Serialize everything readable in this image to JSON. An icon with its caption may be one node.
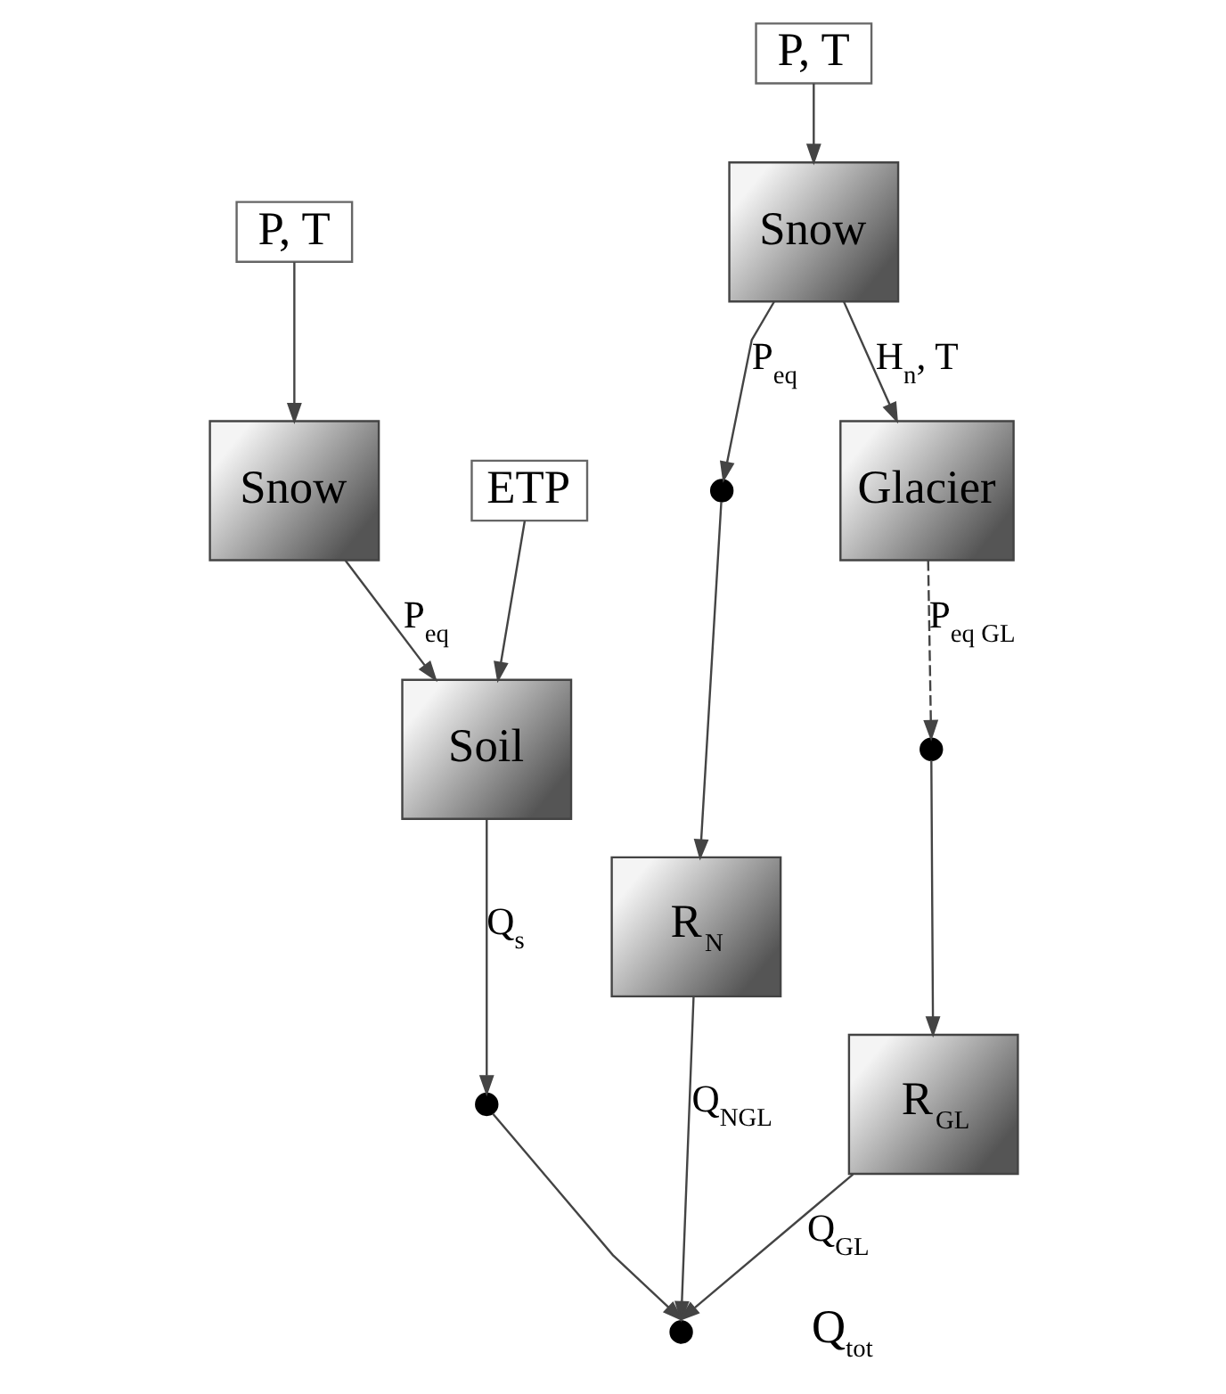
{
  "diagram": {
    "nodes": [
      {
        "text": [
          "P, T"
        ]
      },
      {
        "text": [
          "Snow"
        ]
      },
      {
        "text": [
          "ETP"
        ]
      },
      {
        "text": [
          "Soil"
        ]
      },
      {
        "text": [],
        "shape": "circle"
      },
      {
        "text": [
          "P, T"
        ]
      },
      {
        "text": [
          "Snow"
        ]
      },
      {
        "text": [
          "Glacier"
        ]
      },
      {
        "text": [],
        "shape": "circle"
      },
      {
        "text": [
          "R$_{N}$"
        ]
      },
      {
        "text": [],
        "shape": "circle"
      },
      {
        "text": [
          "R$_{GL}$"
        ]
      },
      {
        "text": [],
        "shape": "circle",
        "beside": [
          "Q$_{tot}$"
        ]
      }
    ],
    "edges": [
      {
        "from": 0,
        "to": 1,
        "arrow": "to"
      },
      {
        "from": 1,
        "to": 3,
        "arrow": "to",
        "label": "P$_{eq}$"
      },
      {
        "from": 2,
        "to": 3,
        "arrow": "to"
      },
      {
        "from": 3,
        "to": 4,
        "arrow": "to",
        "label": "Q$_{s}$"
      },
      {
        "from": 5,
        "to": 6,
        "arrow": "to"
      },
      {
        "from": 6,
        "to": 7,
        "arrow": "to",
        "label": "H$_{n}$, T"
      },
      {
        "from": 6,
        "to": 8,
        "arrow": "to",
        "label": "P$_{eq}$"
      },
      {
        "from": 7,
        "to": 10,
        "arrow": "to",
        "label": "P$_{eq GL}$",
        "style": "dashed"
      },
      {
        "from": 8,
        "to": 9,
        "arrow": "to"
      },
      {
        "from": 10,
        "to": 11,
        "arrow": "to"
      },
      {
        "from": 4,
        "to": 12,
        "arrow": "to"
      },
      {
        "from": 9,
        "to": 12,
        "arrow": "to",
        "label": "Q$_{NGL}$"
      },
      {
        "from": 11,
        "to": 12,
        "arrow": "to",
        "label": "Q$_{GL}$"
      }
    ]
  }
}
